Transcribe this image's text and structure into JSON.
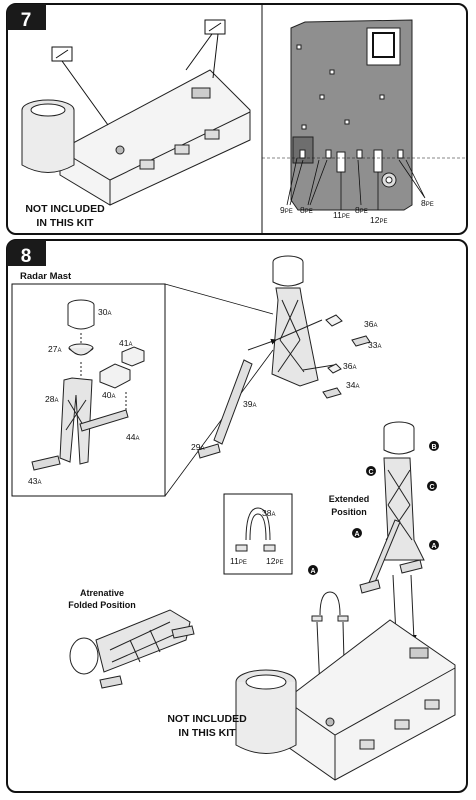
{
  "step7": {
    "number": "7",
    "not_included": [
      "NOT INCLUDED",
      "IN THIS KIT"
    ],
    "labels": {
      "p9": "9",
      "p9s": "PE",
      "p8a": "8",
      "p8as": "PE",
      "p11": "11",
      "p11s": "PE",
      "p8b": "8",
      "p8bs": "PE",
      "p12": "12",
      "p12s": "PE",
      "p8c": "8",
      "p8cs": "PE"
    }
  },
  "step8": {
    "number": "8",
    "radar_mast": "Radar Mast",
    "inset_labels": {
      "l30": "30",
      "l30s": "A",
      "l27": "27",
      "l27s": "A",
      "l41": "41",
      "l41s": "A",
      "l40": "40",
      "l40s": "A",
      "l28": "28",
      "l28s": "A",
      "l44": "44",
      "l44s": "A",
      "l43": "43",
      "l43s": "A"
    },
    "main_labels": {
      "l36a": "36",
      "l36as": "A",
      "l33": "33",
      "l33s": "A",
      "l36b": "36",
      "l36bs": "A",
      "l34": "34",
      "l34s": "A",
      "l39": "39",
      "l39s": "A",
      "l29": "29",
      "l29s": "A",
      "l38": "38",
      "l38s": "A",
      "l11": "11",
      "l11s": "PE",
      "l12": "12",
      "l12s": "PE"
    },
    "extended_position": [
      "Extended",
      "Position"
    ],
    "folded_position": [
      "Atrenative",
      "Folded Position"
    ],
    "not_included": [
      "NOT INCLUDED",
      "IN THIS KIT"
    ],
    "callouts": [
      "A",
      "A",
      "A",
      "B",
      "C",
      "C"
    ]
  }
}
